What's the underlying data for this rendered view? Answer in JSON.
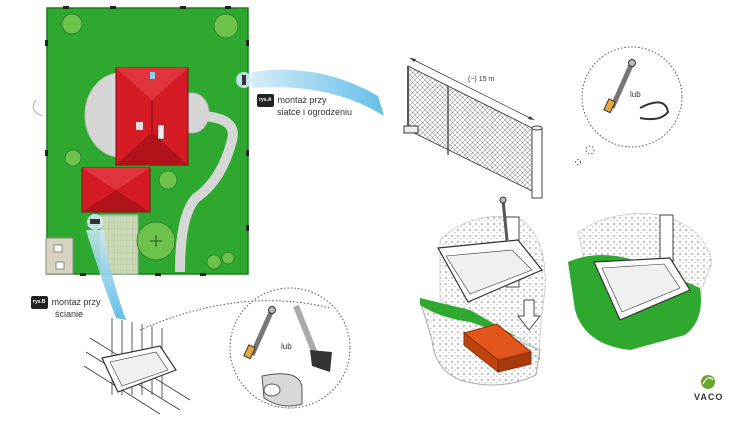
{
  "labels": {
    "fence_tag": "rys.A",
    "fence_line1": "montaż przy",
    "fence_line2": "siatce i ogrodzeniu",
    "wall_tag": "rys.B",
    "wall_line1": "montaż przy",
    "wall_line2": "ścianie",
    "length": "(~) 15 m",
    "or_top": "lub",
    "or_bottom": "lub"
  },
  "logo": {
    "text": "VACO",
    "icon": "leaf-logo-icon",
    "color": "#6aa531"
  },
  "colors": {
    "lawn": "#2fa82f",
    "roof": "#d51c24",
    "path": "#d6d6d6",
    "callout": "#7cc7ea",
    "hose_box": "#e2561b"
  }
}
